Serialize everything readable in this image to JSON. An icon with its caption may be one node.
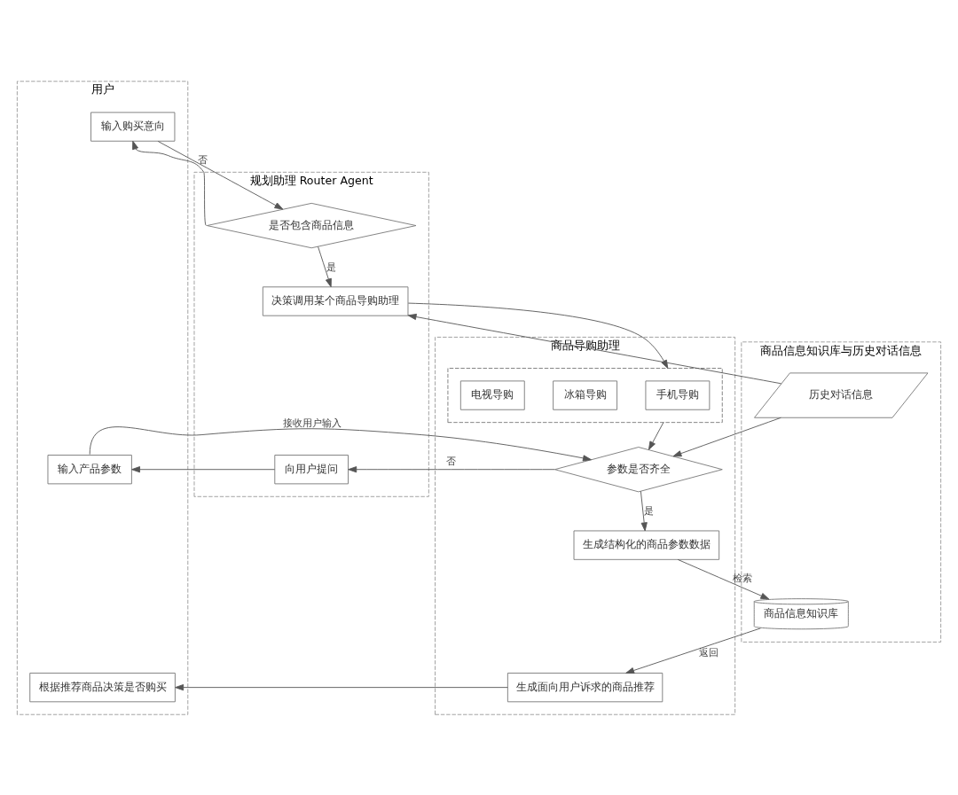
{
  "diagram": {
    "nodes": [
      {
        "text": [
          "用户"
        ]
      },
      {
        "text": [
          "规划助理 Router Agent"
        ]
      },
      {
        "text": [
          "商品导购助理"
        ]
      },
      {
        "text": [
          "商品信息知识库与历史对话信息"
        ]
      },
      {
        "text": [
          "输入购买意向"
        ],
        "in": 0
      },
      {
        "text": [
          "是否包含商品信息"
        ],
        "in": 1
      },
      {
        "text": [
          "决策调用某个商品导购助理"
        ],
        "in": 1
      },
      {
        "text": [],
        "shape": "box",
        "in": 2
      },
      {
        "text": [
          "手机导购"
        ],
        "in": 7
      },
      {
        "text": [
          "冰箱导购"
        ],
        "in": 7
      },
      {
        "text": [
          "电视导购"
        ],
        "in": 7
      },
      {
        "text": [
          "历史对话信息"
        ],
        "in": 3
      },
      {
        "text": [
          "输入产品参数"
        ],
        "in": 0
      },
      {
        "text": [
          "向用户提问"
        ],
        "in": 1
      },
      {
        "text": [
          "参数是否齐全"
        ],
        "in": 2
      },
      {
        "text": [
          "生成结构化的商品参数数据"
        ],
        "in": 2
      },
      {
        "text": [
          "商品信息知识库"
        ],
        "in": 3
      },
      {
        "text": [
          "生成面向用户诉求的商品推荐"
        ],
        "in": 2
      },
      {
        "text": [
          "根据推荐商品决策是否购买"
        ],
        "in": 0
      }
    ],
    "edges": [
      {
        "from": 4,
        "to": 5,
        "arrow": "to"
      },
      {
        "from": 5,
        "to": 4,
        "label": "否",
        "arrow": "to"
      },
      {
        "from": 5,
        "to": 6,
        "label": "是",
        "arrow": "to"
      },
      {
        "from": 11,
        "to": 6,
        "arrow": "to"
      },
      {
        "from": 6,
        "to": 7,
        "arrow": "to"
      },
      {
        "from": 7,
        "to": 14,
        "arrow": "to"
      },
      {
        "from": 11,
        "to": 14,
        "arrow": "to"
      },
      {
        "from": 12,
        "to": 14,
        "label": "接收用户输入",
        "arrow": "to"
      },
      {
        "from": 14,
        "to": 13,
        "label": "否",
        "arrow": "to"
      },
      {
        "from": 13,
        "to": 12,
        "arrow": "to"
      },
      {
        "from": 14,
        "to": 15,
        "label": "是",
        "arrow": "to"
      },
      {
        "from": 15,
        "to": 16,
        "label": "检索",
        "arrow": "to"
      },
      {
        "from": 16,
        "to": 17,
        "label": "返回",
        "arrow": "to"
      },
      {
        "from": 17,
        "to": 18,
        "arrow": "to"
      }
    ]
  }
}
